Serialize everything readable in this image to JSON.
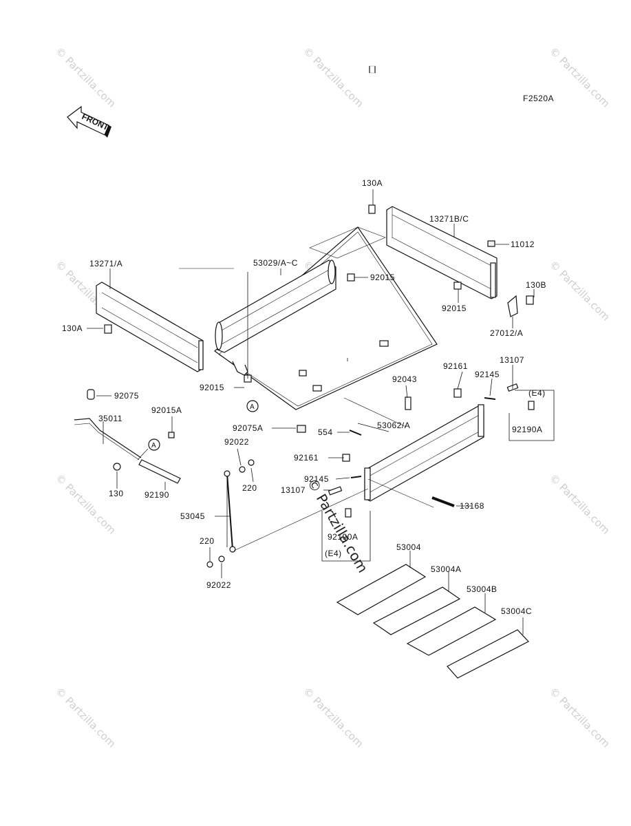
{
  "figure_code": "F2520A",
  "front_arrow": "FRONT",
  "watermark": "© Partzilla.com",
  "watermark_center": "© Partzilla.com",
  "labels": {
    "l_130A_top": "130A",
    "l_13271BC": "13271B/C",
    "l_11012": "11012",
    "l_53029": "53029/A~C",
    "l_92015_a": "92015",
    "l_13271A": "13271/A",
    "l_92015_b": "92015",
    "l_130B": "130B",
    "l_27012": "27012/A",
    "l_130A_left": "130A",
    "l_92015_c": "92015",
    "l_13107_top": "13107",
    "l_92161_top": "92161",
    "l_92145_top": "92145",
    "l_92043": "92043",
    "l_E4_top": "(E4)",
    "l_92075": "92075",
    "l_35011": "35011",
    "l_92015A": "92015A",
    "l_92190A_top": "92190A",
    "l_92075A": "92075A",
    "l_554": "554",
    "l_53062": "53062/A",
    "l_92022_top": "92022",
    "l_92161_mid": "92161",
    "l_220_top": "220",
    "l_130": "130",
    "l_92190": "92190",
    "l_92145_mid": "92145",
    "l_13107_mid": "13107",
    "l_13168": "13168",
    "l_53045": "53045",
    "l_92190A_mid": "92190A",
    "l_220_bot": "220",
    "l_E4_bot": "(E4)",
    "l_53004": "53004",
    "l_92022_bot": "92022",
    "l_53004A": "53004A",
    "l_53004B": "53004B",
    "l_53004C": "53004C"
  },
  "callout_A": "A"
}
